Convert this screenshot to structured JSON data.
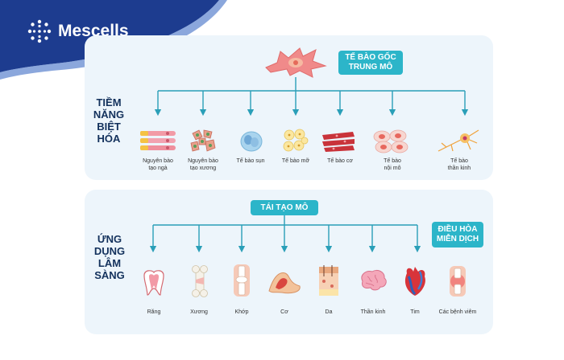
{
  "brand": {
    "name": "Mescells",
    "logo_icon": "mescells-logo-icon"
  },
  "colors": {
    "navy": "#1d3c8f",
    "teal": "#2cb5c9",
    "panel": "#edf5fb",
    "heading": "#13315c",
    "line": "#2a9fb8"
  },
  "top": {
    "heading": "TIỀM\nNĂNG\nBIỆT\nHÓA",
    "source_tag": "TẾ BÀO GỐC\nTRUNG MÔ",
    "source_icon": "mesenchymal-stem-cell-icon",
    "items": [
      {
        "label": "Nguyên bào\ntạo ngà",
        "icon": "odontoblast-cell-icon"
      },
      {
        "label": "Nguyên bào\ntạo xương",
        "icon": "osteoblast-cell-icon"
      },
      {
        "label": "Tế bào sụn",
        "icon": "chondrocyte-cell-icon"
      },
      {
        "label": "Tế bào mỡ",
        "icon": "adipocyte-cell-icon"
      },
      {
        "label": "Tế bào cơ",
        "icon": "muscle-cell-icon"
      },
      {
        "label": "Tế bào\nnội mô",
        "icon": "endothelial-cell-icon"
      },
      {
        "label": "Tế bào\nthần kinh",
        "icon": "neuron-cell-icon"
      }
    ]
  },
  "bottom": {
    "heading": "ỨNG\nDỤNG\nLÂM\nSÀNG",
    "source_tag": "TÁI TẠO MÔ",
    "side_tag": "ĐIỀU HÒA\nMIỄN DỊCH",
    "items": [
      {
        "label": "Răng",
        "icon": "tooth-icon"
      },
      {
        "label": "Xương",
        "icon": "bone-icon"
      },
      {
        "label": "Khớp",
        "icon": "knee-joint-icon"
      },
      {
        "label": "Cơ",
        "icon": "muscle-icon"
      },
      {
        "label": "Da",
        "icon": "skin-icon"
      },
      {
        "label": "Thần kinh",
        "icon": "brain-icon"
      },
      {
        "label": "Tim",
        "icon": "heart-icon"
      },
      {
        "label": "Các bệnh viêm",
        "icon": "inflamed-joint-icon"
      }
    ]
  }
}
